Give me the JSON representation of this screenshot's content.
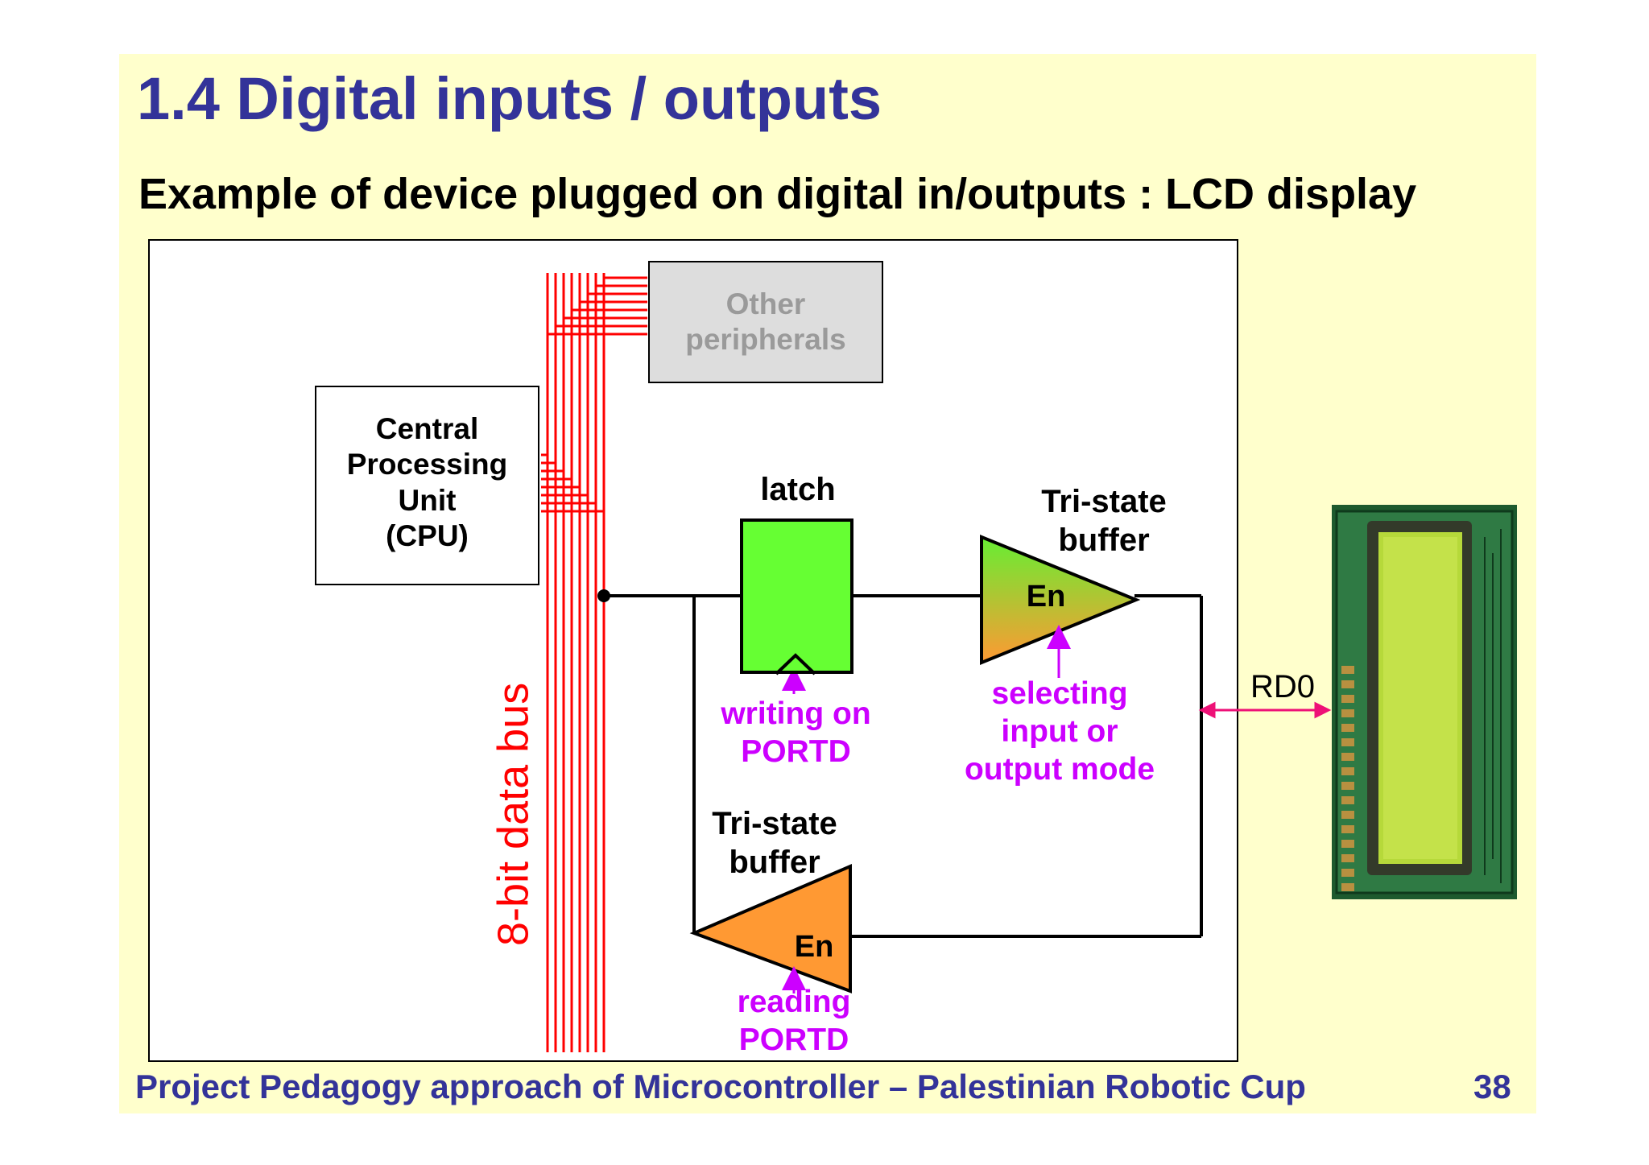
{
  "slide": {
    "title": "1.4 Digital inputs / outputs",
    "subtitle": "Example of device plugged on digital in/outputs : LCD display",
    "footer": "Project Pedagogy approach of Microcontroller – Palestinian Robotic Cup",
    "page_number": "38"
  },
  "diagram": {
    "other_peripherals": {
      "line1": "Other",
      "line2": "peripherals"
    },
    "cpu": {
      "line1": "Central",
      "line2": "Processing",
      "line3": "Unit",
      "line4": "(CPU)"
    },
    "latch": "latch",
    "tristate_top": {
      "line1": "Tri-state",
      "line2": "buffer",
      "enable": "En"
    },
    "tristate_bottom": {
      "line1": "Tri-state",
      "line2": "buffer",
      "enable": "En"
    },
    "writing": {
      "line1": "writing on",
      "line2": "PORTD"
    },
    "selecting": {
      "line1": "selecting",
      "line2": "input or",
      "line3": "output mode"
    },
    "reading": {
      "line1": "reading",
      "line2": "PORTD"
    },
    "bus_label": "8-bit data bus",
    "pin_label": "RD0"
  },
  "colors": {
    "slide_bg": "#ffffcc",
    "title": "#333399",
    "bus": "#ff0000",
    "control_text": "#cc00ff",
    "latch_fill": "#66ff33",
    "buffer_fill": "#ff9933",
    "peripherals_fill": "#dddddd",
    "rd0_arrow": "#ee1177"
  }
}
